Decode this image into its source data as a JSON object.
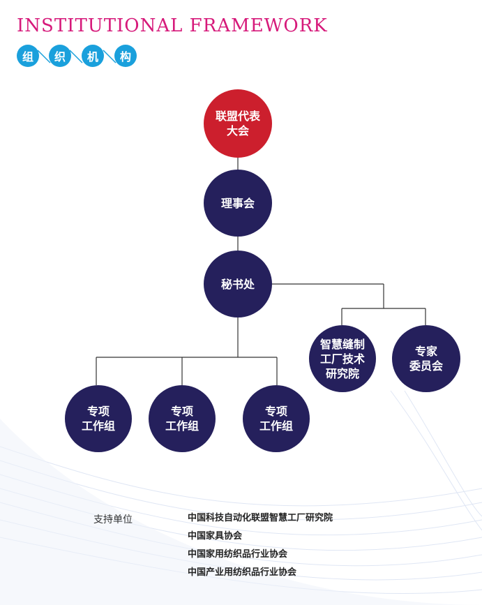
{
  "header": {
    "title_en": "INSTITUTIONAL FRAMEWORK",
    "title_zh_chars": [
      "组",
      "织",
      "机",
      "构"
    ]
  },
  "colors": {
    "title_en": "#d6197a",
    "title_zh_circle": "#1aa0dc",
    "node_top": "#cc1f2d",
    "node": "#25205c",
    "connector": "#333333"
  },
  "org": {
    "general_assembly": "联盟代表\n大会",
    "council": "理事会",
    "secretariat": "秘书处",
    "institute": "智慧缝制\n工厂技术\n研究院",
    "expert_committee": "专家\n委员会",
    "working_groups": [
      "专项\n工作组",
      "专项\n工作组",
      "专项\n工作组"
    ]
  },
  "supporters": {
    "label": "支持单位",
    "items": [
      "中国科技自动化联盟智慧工厂研究院",
      "中国家具协会",
      "中国家用纺织品行业协会",
      "中国产业用纺织品行业协会"
    ]
  }
}
